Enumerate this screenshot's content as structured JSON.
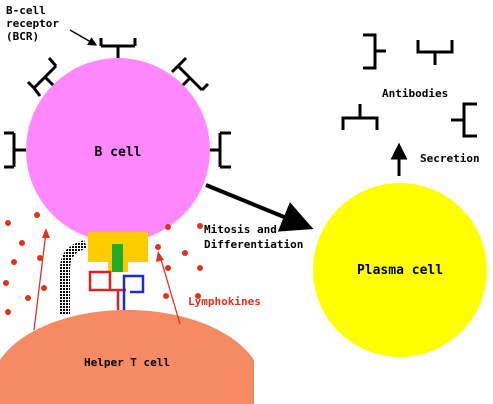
{
  "labels": {
    "bcr": [
      "B-cell",
      "receptor",
      "(BCR)"
    ],
    "b_cell": "B cell",
    "antibodies": "Antibodies",
    "secretion": "Secretion",
    "mitosis": [
      "Mitosis and",
      "Differentiation"
    ],
    "plasma_cell": "Plasma cell",
    "lymphokines": "Lymphokines",
    "helper_t": "Helper T cell"
  },
  "colors": {
    "b_cell": "#ff88ff",
    "plasma_cell": "#ffff00",
    "helper_t": "#f58a63",
    "lymphokine": "#e0331d",
    "mhc": "#ffcc00",
    "antigen": "#22aa22",
    "tcr_red": "#e02020",
    "tcr_blue": "#1a2ad4"
  }
}
